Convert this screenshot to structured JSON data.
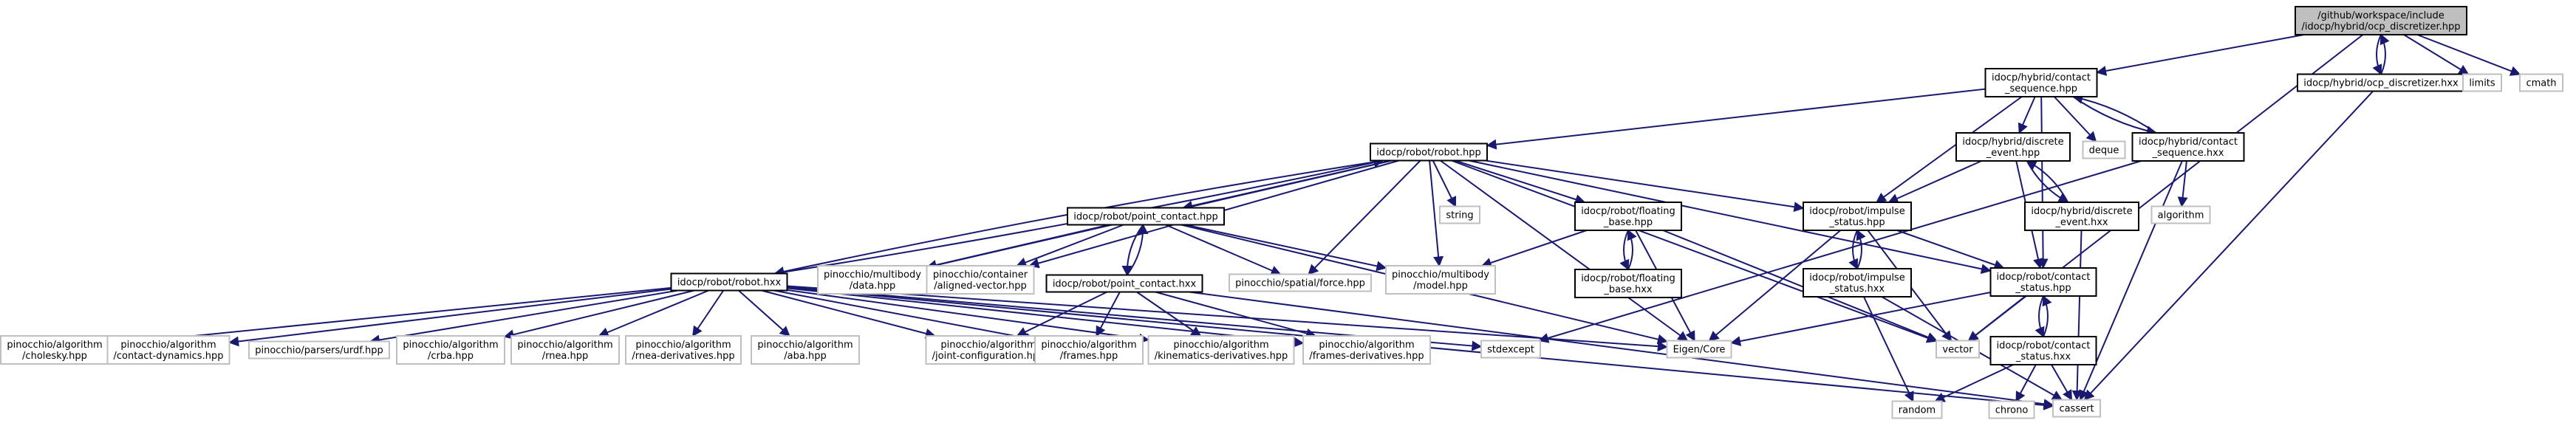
{
  "colors": {
    "edge": "#191970",
    "root_fill": "#bfbfbf",
    "node_border": "#000000",
    "external_border": "#bfbfbf",
    "background": "#ffffff"
  },
  "nodes": [
    {
      "id": "root",
      "lines": [
        "/github/workspace/include",
        "/idocp/hybrid/ocp_discretizer.hpp"
      ],
      "kind": "root"
    },
    {
      "id": "cs_hpp",
      "lines": [
        "idocp/hybrid/contact",
        "_sequence.hpp"
      ],
      "kind": "local"
    },
    {
      "id": "ocpd_hxx",
      "lines": [
        "idocp/hybrid/ocp_discretizer.hxx"
      ],
      "kind": "local"
    },
    {
      "id": "limits",
      "lines": [
        "limits"
      ],
      "kind": "ext"
    },
    {
      "id": "cmath",
      "lines": [
        "cmath"
      ],
      "kind": "ext"
    },
    {
      "id": "robot_hpp",
      "lines": [
        "idocp/robot/robot.hpp"
      ],
      "kind": "local"
    },
    {
      "id": "de_hpp",
      "lines": [
        "idocp/hybrid/discrete",
        "_event.hpp"
      ],
      "kind": "local"
    },
    {
      "id": "deque",
      "lines": [
        "deque"
      ],
      "kind": "ext"
    },
    {
      "id": "cs_hxx",
      "lines": [
        "idocp/hybrid/contact",
        "_sequence.hxx"
      ],
      "kind": "local"
    },
    {
      "id": "string",
      "lines": [
        "string"
      ],
      "kind": "ext"
    },
    {
      "id": "pc_hpp",
      "lines": [
        "idocp/robot/point_contact.hpp"
      ],
      "kind": "local"
    },
    {
      "id": "fb_hpp",
      "lines": [
        "idocp/robot/floating",
        "_base.hpp"
      ],
      "kind": "local"
    },
    {
      "id": "is_hpp",
      "lines": [
        "idocp/robot/impulse",
        "_status.hpp"
      ],
      "kind": "local"
    },
    {
      "id": "de_hxx",
      "lines": [
        "idocp/hybrid/discrete",
        "_event.hxx"
      ],
      "kind": "local"
    },
    {
      "id": "algorithm",
      "lines": [
        "algorithm"
      ],
      "kind": "ext"
    },
    {
      "id": "pc_hxx",
      "lines": [
        "idocp/robot/point_contact.hxx"
      ],
      "kind": "local"
    },
    {
      "id": "fb_hxx",
      "lines": [
        "idocp/robot/floating",
        "_base.hxx"
      ],
      "kind": "local"
    },
    {
      "id": "is_hxx",
      "lines": [
        "idocp/robot/impulse",
        "_status.hxx"
      ],
      "kind": "local"
    },
    {
      "id": "cst_hpp",
      "lines": [
        "idocp/robot/contact",
        "_status.hpp"
      ],
      "kind": "local"
    },
    {
      "id": "robot_hxx",
      "lines": [
        "idocp/robot/robot.hxx"
      ],
      "kind": "local"
    },
    {
      "id": "pin_data",
      "lines": [
        "pinocchio/multibody",
        "/data.hpp"
      ],
      "kind": "ext"
    },
    {
      "id": "pin_aligned",
      "lines": [
        "pinocchio/container",
        "/aligned-vector.hpp"
      ],
      "kind": "ext"
    },
    {
      "id": "pin_force",
      "lines": [
        "pinocchio/spatial/force.hpp"
      ],
      "kind": "ext"
    },
    {
      "id": "pin_model",
      "lines": [
        "pinocchio/multibody",
        "/model.hpp"
      ],
      "kind": "ext"
    },
    {
      "id": "cst_hxx",
      "lines": [
        "idocp/robot/contact",
        "_status.hxx"
      ],
      "kind": "local"
    },
    {
      "id": "pin_chol",
      "lines": [
        "pinocchio/algorithm",
        "/cholesky.hpp"
      ],
      "kind": "ext"
    },
    {
      "id": "pin_cdyn",
      "lines": [
        "pinocchio/algorithm",
        "/contact-dynamics.hpp"
      ],
      "kind": "ext"
    },
    {
      "id": "pin_urdf",
      "lines": [
        "pinocchio/parsers/urdf.hpp"
      ],
      "kind": "ext"
    },
    {
      "id": "pin_crba",
      "lines": [
        "pinocchio/algorithm",
        "/crba.hpp"
      ],
      "kind": "ext"
    },
    {
      "id": "pin_rnea",
      "lines": [
        "pinocchio/algorithm",
        "/rnea.hpp"
      ],
      "kind": "ext"
    },
    {
      "id": "pin_rnead",
      "lines": [
        "pinocchio/algorithm",
        "/rnea-derivatives.hpp"
      ],
      "kind": "ext"
    },
    {
      "id": "pin_aba",
      "lines": [
        "pinocchio/algorithm",
        "/aba.hpp"
      ],
      "kind": "ext"
    },
    {
      "id": "pin_jconf",
      "lines": [
        "pinocchio/algorithm",
        "/joint-configuration.hpp"
      ],
      "kind": "ext"
    },
    {
      "id": "pin_frames",
      "lines": [
        "pinocchio/algorithm",
        "/frames.hpp"
      ],
      "kind": "ext"
    },
    {
      "id": "pin_kind",
      "lines": [
        "pinocchio/algorithm",
        "/kinematics-derivatives.hpp"
      ],
      "kind": "ext"
    },
    {
      "id": "pin_framesd",
      "lines": [
        "pinocchio/algorithm",
        "/frames-derivatives.hpp"
      ],
      "kind": "ext"
    },
    {
      "id": "stdexcept",
      "lines": [
        "stdexcept"
      ],
      "kind": "ext"
    },
    {
      "id": "eigen",
      "lines": [
        "Eigen/Core"
      ],
      "kind": "ext"
    },
    {
      "id": "vector",
      "lines": [
        "vector"
      ],
      "kind": "ext"
    },
    {
      "id": "random",
      "lines": [
        "random"
      ],
      "kind": "ext"
    },
    {
      "id": "chrono",
      "lines": [
        "chrono"
      ],
      "kind": "ext"
    },
    {
      "id": "cassert",
      "lines": [
        "cassert"
      ],
      "kind": "ext"
    }
  ],
  "edges": [
    [
      "root",
      "cs_hpp"
    ],
    [
      "root",
      "ocpd_hxx"
    ],
    [
      "root",
      "limits"
    ],
    [
      "root",
      "cmath"
    ],
    [
      "root",
      "vector"
    ],
    [
      "ocpd_hxx",
      "root"
    ],
    [
      "ocpd_hxx",
      "cassert"
    ],
    [
      "cs_hpp",
      "robot_hpp"
    ],
    [
      "cs_hpp",
      "de_hpp"
    ],
    [
      "cs_hpp",
      "deque"
    ],
    [
      "cs_hpp",
      "cs_hxx"
    ],
    [
      "cs_hpp",
      "is_hpp"
    ],
    [
      "cs_hpp",
      "cst_hpp"
    ],
    [
      "cs_hxx",
      "cs_hpp"
    ],
    [
      "cs_hxx",
      "algorithm"
    ],
    [
      "cs_hxx",
      "stdexcept"
    ],
    [
      "cs_hxx",
      "cassert"
    ],
    [
      "de_hpp",
      "de_hxx"
    ],
    [
      "de_hpp",
      "is_hpp"
    ],
    [
      "de_hpp",
      "cst_hpp"
    ],
    [
      "de_hxx",
      "de_hpp"
    ],
    [
      "de_hxx",
      "cassert"
    ],
    [
      "robot_hpp",
      "string"
    ],
    [
      "robot_hpp",
      "pc_hpp"
    ],
    [
      "robot_hpp",
      "fb_hpp"
    ],
    [
      "robot_hpp",
      "is_hpp"
    ],
    [
      "robot_hpp",
      "cst_hpp"
    ],
    [
      "robot_hpp",
      "robot_hxx"
    ],
    [
      "robot_hpp",
      "pin_data"
    ],
    [
      "robot_hpp",
      "pin_aligned"
    ],
    [
      "robot_hpp",
      "pin_force"
    ],
    [
      "robot_hpp",
      "pin_model"
    ],
    [
      "robot_hpp",
      "eigen"
    ],
    [
      "robot_hpp",
      "vector"
    ],
    [
      "pc_hpp",
      "pc_hxx"
    ],
    [
      "pc_hpp",
      "pin_data"
    ],
    [
      "pc_hpp",
      "pin_aligned"
    ],
    [
      "pc_hpp",
      "pin_force"
    ],
    [
      "pc_hpp",
      "pin_model"
    ],
    [
      "pc_hpp",
      "eigen"
    ],
    [
      "pc_hxx",
      "pc_hpp"
    ],
    [
      "pc_hxx",
      "pin_jconf"
    ],
    [
      "pc_hxx",
      "pin_frames"
    ],
    [
      "pc_hxx",
      "pin_kind"
    ],
    [
      "pc_hxx",
      "pin_framesd"
    ],
    [
      "pc_hxx",
      "cassert"
    ],
    [
      "fb_hpp",
      "fb_hxx"
    ],
    [
      "fb_hpp",
      "pin_model"
    ],
    [
      "fb_hpp",
      "eigen"
    ],
    [
      "fb_hpp",
      "vector"
    ],
    [
      "fb_hxx",
      "fb_hpp"
    ],
    [
      "is_hpp",
      "is_hxx"
    ],
    [
      "is_hpp",
      "eigen"
    ],
    [
      "is_hpp",
      "vector"
    ],
    [
      "is_hpp",
      "cst_hpp"
    ],
    [
      "is_hxx",
      "is_hpp"
    ],
    [
      "is_hxx",
      "random"
    ],
    [
      "is_hxx",
      "cassert"
    ],
    [
      "cst_hpp",
      "cst_hxx"
    ],
    [
      "cst_hpp",
      "eigen"
    ],
    [
      "cst_hpp",
      "vector"
    ],
    [
      "cst_hxx",
      "cst_hpp"
    ],
    [
      "cst_hxx",
      "random"
    ],
    [
      "cst_hxx",
      "chrono"
    ],
    [
      "cst_hxx",
      "cassert"
    ],
    [
      "robot_hxx",
      "robot_hpp"
    ],
    [
      "robot_hxx",
      "pin_chol"
    ],
    [
      "robot_hxx",
      "pin_cdyn"
    ],
    [
      "robot_hxx",
      "pin_urdf"
    ],
    [
      "robot_hxx",
      "pin_crba"
    ],
    [
      "robot_hxx",
      "pin_rnea"
    ],
    [
      "robot_hxx",
      "pin_rnead"
    ],
    [
      "robot_hxx",
      "pin_aba"
    ],
    [
      "robot_hxx",
      "pin_jconf"
    ],
    [
      "robot_hxx",
      "pin_frames"
    ],
    [
      "robot_hxx",
      "pin_kind"
    ],
    [
      "robot_hxx",
      "pin_framesd"
    ],
    [
      "robot_hxx",
      "stdexcept"
    ],
    [
      "robot_hxx",
      "eigen"
    ],
    [
      "robot_hxx",
      "cassert"
    ]
  ]
}
